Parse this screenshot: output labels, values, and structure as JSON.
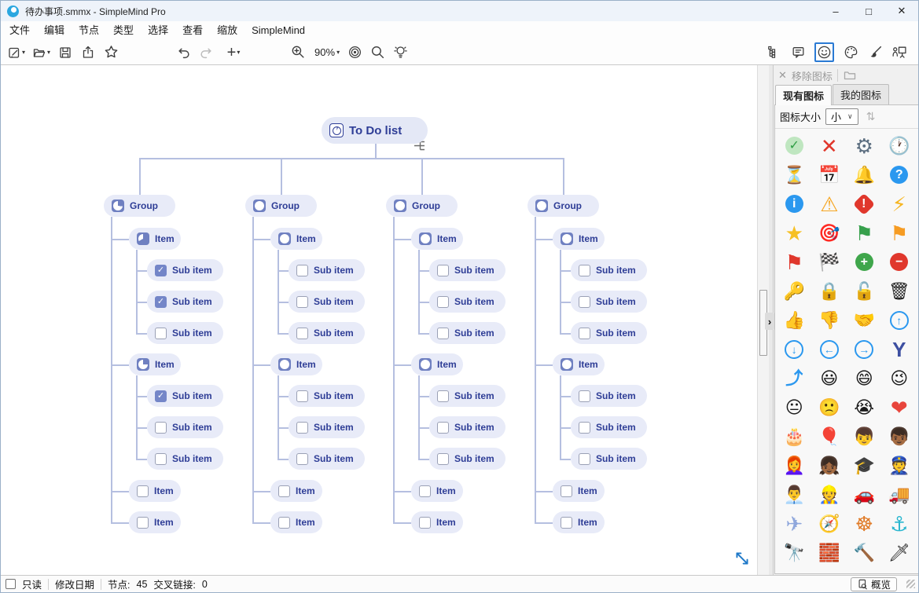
{
  "window": {
    "title": "待办事项.smmx - SimpleMind Pro",
    "controls": {
      "minimize": "–",
      "maximize": "□",
      "close": "✕"
    }
  },
  "menu": {
    "items": [
      "文件",
      "编辑",
      "节点",
      "类型",
      "选择",
      "查看",
      "缩放",
      "SimpleMind"
    ]
  },
  "toolbar": {
    "zoom_level": "90%"
  },
  "glyphs": {
    "caret": "▾",
    "close": "✕",
    "chevron_down": "∨",
    "sort": "⇅",
    "collapse": "›",
    "check": "✓"
  },
  "colors": {
    "accent_navy": "#2e3d96",
    "pill_bg": "#e8ebf8",
    "line": "#b5bfe0",
    "icon_square": "#6f80c1",
    "selection_blue": "#2a7ad4"
  },
  "icon_panel": {
    "remove_label": "移除图标",
    "tabs": [
      {
        "label": "现有图标"
      },
      {
        "label": "我的图标"
      }
    ],
    "size_label": "图标大小",
    "size_value": "小",
    "icons": [
      {
        "n": "check-mark",
        "g": "✓",
        "bg": "#bfe6c0",
        "c": "#2f9e44"
      },
      {
        "n": "cross-mark",
        "g": "✕",
        "c": "#e0372c",
        "bold": true,
        "big": true
      },
      {
        "n": "gear",
        "g": "⚙",
        "c": "#5d6f81",
        "big": true
      },
      {
        "n": "clock",
        "g": "🕐"
      },
      {
        "n": "hourglass",
        "g": "⏳"
      },
      {
        "n": "calendar",
        "g": "📅"
      },
      {
        "n": "bell",
        "g": "🔔"
      },
      {
        "n": "question-mark",
        "g": "?",
        "bg": "#2b98ef",
        "c": "#fff"
      },
      {
        "n": "info",
        "g": "i",
        "bg": "#2b98ef",
        "c": "#fff"
      },
      {
        "n": "warning",
        "g": "⚠",
        "c": "#f6a623",
        "big": true
      },
      {
        "n": "exclamation-diamond",
        "g": "!",
        "bg": "#e0372c",
        "c": "#fff",
        "shape": "diamond"
      },
      {
        "n": "lightning",
        "g": "⚡",
        "c": "#f6b623",
        "big": true
      },
      {
        "n": "star",
        "g": "★",
        "c": "#f6c023",
        "big": true
      },
      {
        "n": "dart-target",
        "g": "🎯"
      },
      {
        "n": "flag-green",
        "g": "⚑",
        "c": "#37a04c",
        "big": true
      },
      {
        "n": "flag-orange",
        "g": "⚑",
        "c": "#f69c23",
        "big": true
      },
      {
        "n": "flag-red",
        "g": "⚑",
        "c": "#e0372c",
        "big": true
      },
      {
        "n": "flag-checkered",
        "g": "🏁"
      },
      {
        "n": "plus-circle",
        "g": "+",
        "bg": "#3fa64b",
        "c": "#fff"
      },
      {
        "n": "minus-circle",
        "g": "−",
        "bg": "#e0372c",
        "c": "#fff"
      },
      {
        "n": "key",
        "g": "🔑"
      },
      {
        "n": "lock",
        "g": "🔒"
      },
      {
        "n": "unlock",
        "g": "🔓"
      },
      {
        "n": "trash",
        "g": "🗑"
      },
      {
        "n": "thumbs-up",
        "g": "👍"
      },
      {
        "n": "thumbs-down",
        "g": "👎"
      },
      {
        "n": "handshake",
        "g": "🤝"
      },
      {
        "n": "arrow-up-circle",
        "g": "↑",
        "ring": true,
        "c": "#2b98ef"
      },
      {
        "n": "arrow-down-circle",
        "g": "↓",
        "ring": true,
        "c": "#2b98ef"
      },
      {
        "n": "arrow-left-circle",
        "g": "←",
        "ring": true,
        "c": "#2b98ef"
      },
      {
        "n": "arrow-right-circle",
        "g": "→",
        "ring": true,
        "c": "#2b98ef"
      },
      {
        "n": "fork-arrow",
        "g": "Y",
        "c": "#3d4fa1",
        "bold": true,
        "big": true
      },
      {
        "n": "merge-arrow",
        "g": "⤴",
        "c": "#2b98ef",
        "bold": true
      },
      {
        "n": "smiley",
        "g": "😃"
      },
      {
        "n": "laughing",
        "g": "😄"
      },
      {
        "n": "winking",
        "g": "😉"
      },
      {
        "n": "neutral-face",
        "g": "😐"
      },
      {
        "n": "frowning-face",
        "g": "🙁"
      },
      {
        "n": "crying",
        "g": "😭"
      },
      {
        "n": "heart",
        "g": "❤",
        "c": "#e8453c",
        "big": true
      },
      {
        "n": "birthday-cake",
        "g": "🎂"
      },
      {
        "n": "balloon",
        "g": "🎈"
      },
      {
        "n": "boy",
        "g": "👦"
      },
      {
        "n": "boy-dark",
        "g": "👦🏾"
      },
      {
        "n": "woman-red-hair",
        "g": "👩‍🦰"
      },
      {
        "n": "girl-dark",
        "g": "👧🏾"
      },
      {
        "n": "graduation-cap",
        "g": "🎓"
      },
      {
        "n": "police-officer",
        "g": "👮"
      },
      {
        "n": "businessman",
        "g": "👨‍💼"
      },
      {
        "n": "construction-worker",
        "g": "👷"
      },
      {
        "n": "car",
        "g": "🚗"
      },
      {
        "n": "truck",
        "g": "🚚"
      },
      {
        "n": "airplane",
        "g": "✈",
        "c": "#8fa7dc",
        "big": true
      },
      {
        "n": "compass",
        "g": "🧭"
      },
      {
        "n": "ship-wheel",
        "g": "☸",
        "c": "#e07b28",
        "big": true
      },
      {
        "n": "anchor",
        "g": "⚓",
        "c": "#29b6cf",
        "big": true
      },
      {
        "n": "binoculars",
        "g": "🔭"
      },
      {
        "n": "brick-wall",
        "g": "🧱"
      },
      {
        "n": "hammer",
        "g": "🔨"
      },
      {
        "n": "dagger",
        "g": "🗡"
      }
    ]
  },
  "mindmap": {
    "root": {
      "label": "To Do list",
      "progress": 5
    },
    "groups": [
      {
        "label": "Group",
        "progress": 27,
        "children": [
          {
            "label": "Item",
            "icon": "progress",
            "progress": 67,
            "subs": [
              {
                "label": "Sub item",
                "checked": true
              },
              {
                "label": "Sub item",
                "checked": true
              },
              {
                "label": "Sub item",
                "checked": false
              }
            ]
          },
          {
            "label": "Item",
            "icon": "progress",
            "progress": 25,
            "subs": [
              {
                "label": "Sub item",
                "checked": true
              },
              {
                "label": "Sub item",
                "checked": false
              },
              {
                "label": "Sub item",
                "checked": false
              }
            ]
          },
          {
            "label": "Item",
            "icon": "checkbox",
            "checked": false
          },
          {
            "label": "Item",
            "icon": "checkbox",
            "checked": false
          }
        ]
      },
      {
        "label": "Group",
        "progress": 0,
        "children": [
          {
            "label": "Item",
            "icon": "progress",
            "progress": 0,
            "subs": [
              {
                "label": "Sub item",
                "checked": false
              },
              {
                "label": "Sub item",
                "checked": false
              },
              {
                "label": "Sub item",
                "checked": false
              }
            ]
          },
          {
            "label": "Item",
            "icon": "progress",
            "progress": 0,
            "subs": [
              {
                "label": "Sub item",
                "checked": false
              },
              {
                "label": "Sub item",
                "checked": false
              },
              {
                "label": "Sub item",
                "checked": false
              }
            ]
          },
          {
            "label": "Item",
            "icon": "checkbox",
            "checked": false
          },
          {
            "label": "Item",
            "icon": "checkbox",
            "checked": false
          }
        ]
      },
      {
        "label": "Group",
        "progress": 0,
        "children": [
          {
            "label": "Item",
            "icon": "progress",
            "progress": 0,
            "subs": [
              {
                "label": "Sub item",
                "checked": false
              },
              {
                "label": "Sub item",
                "checked": false
              },
              {
                "label": "Sub item",
                "checked": false
              }
            ]
          },
          {
            "label": "Item",
            "icon": "progress",
            "progress": 0,
            "subs": [
              {
                "label": "Sub item",
                "checked": false
              },
              {
                "label": "Sub item",
                "checked": false
              },
              {
                "label": "Sub item",
                "checked": false
              }
            ]
          },
          {
            "label": "Item",
            "icon": "checkbox",
            "checked": false
          },
          {
            "label": "Item",
            "icon": "checkbox",
            "checked": false
          }
        ]
      },
      {
        "label": "Group",
        "progress": 0,
        "children": [
          {
            "label": "Item",
            "icon": "progress",
            "progress": 0,
            "subs": [
              {
                "label": "Sub item",
                "checked": false
              },
              {
                "label": "Sub item",
                "checked": false
              },
              {
                "label": "Sub item",
                "checked": false
              }
            ]
          },
          {
            "label": "Item",
            "icon": "progress",
            "progress": 0,
            "subs": [
              {
                "label": "Sub item",
                "checked": false
              },
              {
                "label": "Sub item",
                "checked": false
              },
              {
                "label": "Sub item",
                "checked": false
              }
            ]
          },
          {
            "label": "Item",
            "icon": "checkbox",
            "checked": false
          },
          {
            "label": "Item",
            "icon": "checkbox",
            "checked": false
          }
        ]
      }
    ]
  },
  "status_bar": {
    "readonly_label": "只读",
    "modified_label": "修改日期",
    "nodes_label": "节点:",
    "nodes_count": "45",
    "links_label": "交叉链接:",
    "links_count": "0",
    "overview_label": "概览"
  }
}
